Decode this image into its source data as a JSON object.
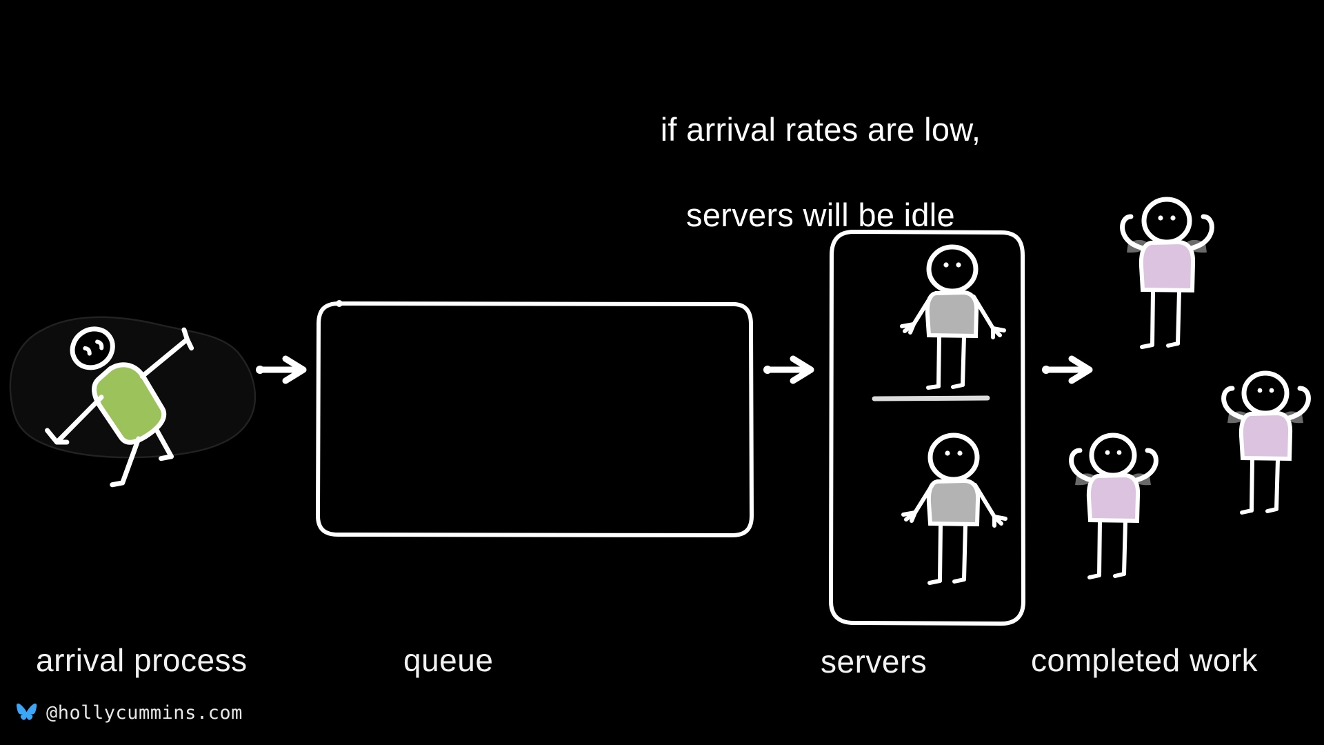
{
  "slide": {
    "background_color": "#000000",
    "caption": {
      "line1": "if arrival rates are low,",
      "line2": "servers will be idle"
    },
    "stage_labels": {
      "arrival": "arrival process",
      "queue": "queue",
      "servers": "servers",
      "completed": "completed work"
    },
    "watermark": {
      "icon": "butterfly-icon",
      "handle": "@hollycummins.com",
      "icon_color": "#3da5f5"
    },
    "palette": {
      "stroke": "#ffffff",
      "blob_outline": "#1d1d1d",
      "arrival_body_green": "#9cc25c",
      "server_body_gray": "#b3b3b3",
      "completed_body_purple": "#dcc3e0",
      "muscle_gray": "#6e6e6e",
      "divider": "#d9d9d9"
    },
    "diagram": {
      "type": "queueing-system-flow",
      "stages": [
        {
          "name": "arrival-process",
          "glyph": "tumbling-stick-figure-in-blob",
          "figure_count": 1,
          "body_color": "#9cc25c"
        },
        {
          "name": "queue",
          "glyph": "empty-rounded-rectangle",
          "figure_count": 0,
          "note": "queue is empty"
        },
        {
          "name": "servers",
          "glyph": "rounded-rectangle-with-divider",
          "figure_count": 2,
          "body_color": "#b3b3b3",
          "note": "two idle servers"
        },
        {
          "name": "completed-work",
          "glyph": "flexing-stick-figures",
          "figure_count": 3,
          "body_color": "#dcc3e0"
        }
      ],
      "arrows": [
        {
          "name": "arrow-arrival-to-queue",
          "from": "arrival-process",
          "to": "queue"
        },
        {
          "name": "arrow-queue-to-servers",
          "from": "queue",
          "to": "servers"
        },
        {
          "name": "arrow-servers-to-completed",
          "from": "servers",
          "to": "completed-work"
        }
      ]
    }
  }
}
